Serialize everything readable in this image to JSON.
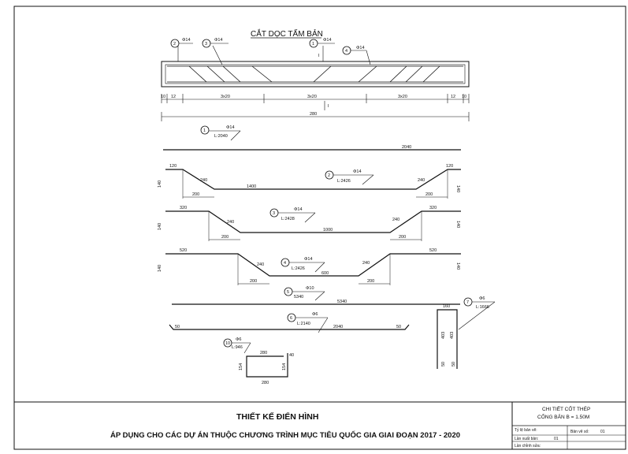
{
  "drawing": {
    "section_title": "CẮT DỌC TẤM BẢN",
    "section_labels": [
      {
        "no": "2",
        "dia": "Φ14"
      },
      {
        "no": "3",
        "dia": "Φ14"
      },
      {
        "no": "1",
        "dia": "Φ14"
      },
      {
        "no": "4",
        "dia": "Φ14"
      }
    ],
    "section_cut": [
      "I",
      "I"
    ],
    "dims_row1": [
      "10",
      "12",
      "3x20",
      "3x20",
      "3x20",
      "12",
      "10"
    ],
    "dim_total": "280",
    "bars": {
      "b1": {
        "no": "1",
        "dia": "Φ14",
        "len": "L:2040",
        "seg": "2040"
      },
      "b2": {
        "no": "2",
        "dia": "Φ14",
        "len": "L:2426",
        "segs": [
          "120",
          "240",
          "1400",
          "240",
          "120"
        ],
        "h": [
          "140",
          "140"
        ],
        "d": [
          "200",
          "200"
        ]
      },
      "b3": {
        "no": "3",
        "dia": "Φ14",
        "len": "L:2428",
        "segs": [
          "320",
          "240",
          "1000",
          "240",
          "320"
        ],
        "h": [
          "140",
          "140"
        ],
        "d": [
          "200",
          "200"
        ]
      },
      "b4": {
        "no": "4",
        "dia": "Φ14",
        "len": "L:2426",
        "segs": [
          "520",
          "240",
          "600",
          "240",
          "520"
        ],
        "h": [
          "140",
          "140"
        ],
        "d": [
          "200",
          "200"
        ]
      },
      "b5": {
        "no": "5",
        "dia": "Φ10",
        "len": "5340",
        "seg": "5340"
      },
      "b6": {
        "no": "6",
        "dia": "Φ6",
        "len": "L:2140",
        "segs": [
          "50",
          "2040",
          "50"
        ]
      },
      "b7": {
        "no": "7",
        "dia": "Φ6",
        "len": "L:1666",
        "segs": [
          "160",
          "403",
          "403",
          "50",
          "50"
        ]
      },
      "b10": {
        "no": "10",
        "dia": "Φ6",
        "len": "L:946",
        "segs": [
          "280",
          "40",
          "154",
          "154",
          "280"
        ]
      }
    }
  },
  "title_block": {
    "line1": "THIẾT KẾ ĐIỂN HÌNH",
    "line2": "ÁP DỤNG CHO CÁC DỰ ÁN THUỘC CHƯƠNG TRÌNH MỤC TIÊU QUỐC GIA GIAI ĐOẠN 2017 - 2020",
    "sheet_name_1": "CHI TIẾT CỐT THÉP",
    "sheet_name_2": "CỐNG BẢN B = 1.50M",
    "scale_label": "Tỷ lệ bản vẽ:",
    "sheet_no_label": "Bản vẽ số:",
    "sheet_no": "01",
    "revision_label": "Lần xuất bản:",
    "revision": "01",
    "edit_label": "Lần chỉnh sửa:"
  }
}
